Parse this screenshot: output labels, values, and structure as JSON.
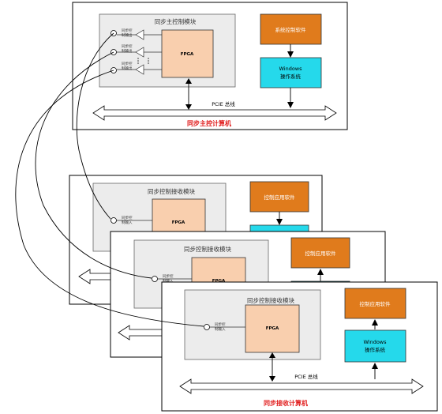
{
  "colors": {
    "panel_fill": "#ececec",
    "fpga_fill": "#f9cfae",
    "software_fill": "#e07b1c",
    "os_fill": "#25d9eb",
    "red_label": "#e11d1d"
  },
  "master": {
    "module_title": "同步主控制模块",
    "fpga": "FPGA",
    "sys_software": "系统控制软件",
    "os_line1": "Windows",
    "os_line2": "操作系统",
    "bus": "PCIE 总线",
    "caption": "同步主控计算机",
    "out_label_1": "同步控",
    "out_label_2": "制输出"
  },
  "slave1": {
    "module_title": "同步控制接收模块",
    "fpga": "FPGA",
    "app_software": "控制应用软件",
    "in_label_1": "同步控",
    "in_label_2": "制输入"
  },
  "slave2": {
    "module_title": "同步控制接收模块",
    "fpga": "FPGA",
    "app_software": "控制应用软件",
    "in_label_1": "同步控",
    "in_label_2": "制输入"
  },
  "slave3": {
    "module_title": "同步控制接收模块",
    "fpga": "FPGA",
    "app_software": "控制应用软件",
    "os_line1": "Windows",
    "os_line2": "操作系统",
    "bus": "PCIE 总线",
    "caption": "同步接收计算机",
    "in_label_1": "同步控",
    "in_label_2": "制输入"
  }
}
